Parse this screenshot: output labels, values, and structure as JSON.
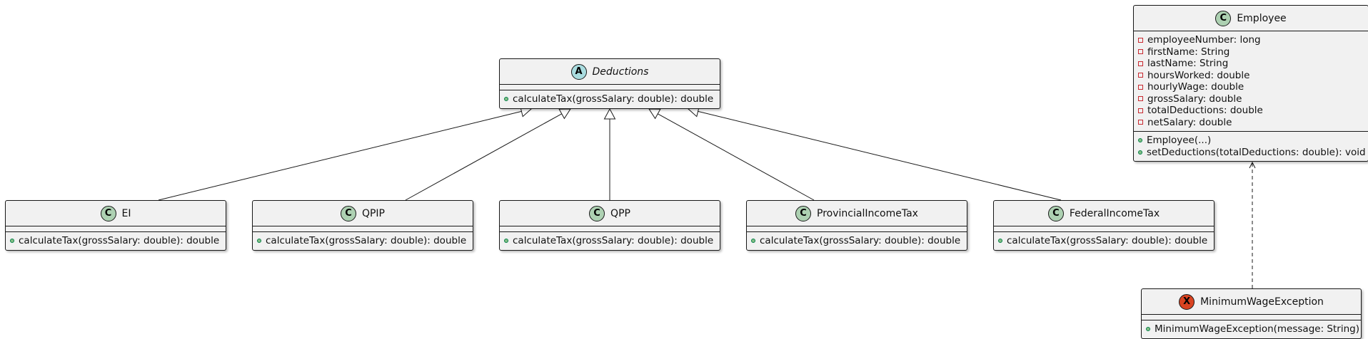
{
  "diagram": {
    "classes": {
      "deductions": {
        "name": "Deductions",
        "stereotype_badge": "A",
        "badge_color": "#a9dcdf",
        "abstract": true,
        "attributes": [],
        "methods": [
          {
            "visibility": "public",
            "text": "calculateTax(grossSalary: double): double"
          }
        ]
      },
      "ei": {
        "name": "EI",
        "stereotype_badge": "C",
        "badge_color": "#add1b2",
        "attributes": [],
        "methods": [
          {
            "visibility": "public",
            "text": "calculateTax(grossSalary: double): double"
          }
        ]
      },
      "qpip": {
        "name": "QPIP",
        "stereotype_badge": "C",
        "badge_color": "#add1b2",
        "attributes": [],
        "methods": [
          {
            "visibility": "public",
            "text": "calculateTax(grossSalary: double): double"
          }
        ]
      },
      "qpp": {
        "name": "QPP",
        "stereotype_badge": "C",
        "badge_color": "#add1b2",
        "attributes": [],
        "methods": [
          {
            "visibility": "public",
            "text": "calculateTax(grossSalary: double): double"
          }
        ]
      },
      "provincial": {
        "name": "ProvincialIncomeTax",
        "stereotype_badge": "C",
        "badge_color": "#add1b2",
        "attributes": [],
        "methods": [
          {
            "visibility": "public",
            "text": "calculateTax(grossSalary: double): double"
          }
        ]
      },
      "federal": {
        "name": "FederalIncomeTax",
        "stereotype_badge": "C",
        "badge_color": "#add1b2",
        "attributes": [],
        "methods": [
          {
            "visibility": "public",
            "text": "calculateTax(grossSalary: double): double"
          }
        ]
      },
      "employee": {
        "name": "Employee",
        "stereotype_badge": "C",
        "badge_color": "#add1b2",
        "attributes": [
          {
            "visibility": "private",
            "text": "employeeNumber: long"
          },
          {
            "visibility": "private",
            "text": "firstName: String"
          },
          {
            "visibility": "private",
            "text": "lastName: String"
          },
          {
            "visibility": "private",
            "text": "hoursWorked: double"
          },
          {
            "visibility": "private",
            "text": "hourlyWage: double"
          },
          {
            "visibility": "private",
            "text": "grossSalary: double"
          },
          {
            "visibility": "private",
            "text": "totalDeductions: double"
          },
          {
            "visibility": "private",
            "text": "netSalary: double"
          }
        ],
        "methods": [
          {
            "visibility": "public",
            "text": "Employee(...)"
          },
          {
            "visibility": "public",
            "text": "setDeductions(totalDeductions: double): void"
          }
        ]
      },
      "minwage": {
        "name": "MinimumWageException",
        "stereotype_badge": "X",
        "badge_color": "#d94321",
        "attributes": [],
        "methods": [
          {
            "visibility": "public",
            "text": "MinimumWageException(message: String)"
          }
        ]
      }
    },
    "relations": [
      {
        "type": "inheritance",
        "from": "ei",
        "to": "deductions"
      },
      {
        "type": "inheritance",
        "from": "qpip",
        "to": "deductions"
      },
      {
        "type": "inheritance",
        "from": "qpp",
        "to": "deductions"
      },
      {
        "type": "inheritance",
        "from": "provincial",
        "to": "deductions"
      },
      {
        "type": "inheritance",
        "from": "federal",
        "to": "deductions"
      },
      {
        "type": "dependency",
        "from": "minwage",
        "to": "employee"
      }
    ],
    "colors": {
      "class_fill": "#f1f1f1",
      "border": "#181818",
      "public_marker": "#84be84",
      "private_marker": "#c82930"
    }
  }
}
